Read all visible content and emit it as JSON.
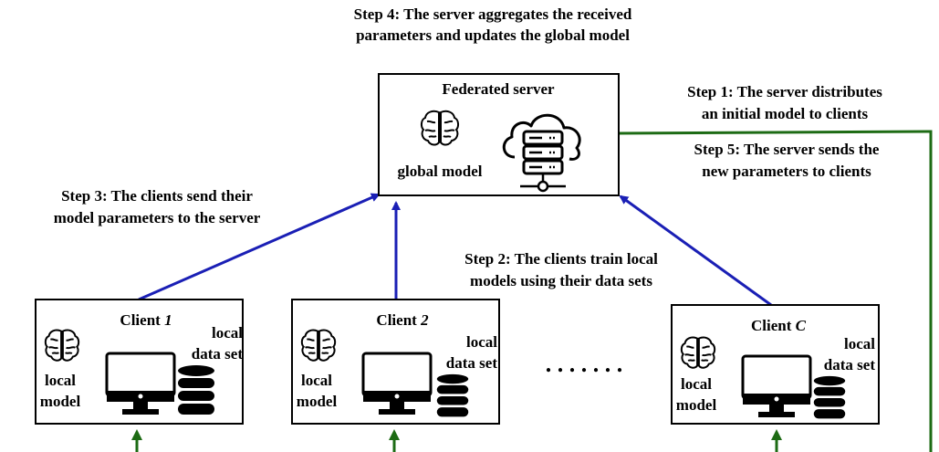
{
  "steps": {
    "step4": [
      "Step 4: The server aggregates the received",
      "parameters and updates the global model"
    ],
    "step1": [
      "Step 1: The server distributes",
      "an initial model to clients"
    ],
    "step5": [
      "Step 5: The server sends the",
      "new parameters to clients"
    ],
    "step3": [
      "Step 3: The clients send their",
      "model parameters to the server"
    ],
    "step2": [
      "Step 2: The clients train local",
      "models using their data sets"
    ]
  },
  "server": {
    "title": "Federated server",
    "model_label": "global model"
  },
  "clients": [
    {
      "prefix": "Client ",
      "id": "1",
      "model_label": [
        "local",
        "model"
      ],
      "data_label": [
        "local",
        "data set"
      ]
    },
    {
      "prefix": "Client ",
      "id": "2",
      "model_label": [
        "local",
        "model"
      ],
      "data_label": [
        "local",
        "data set"
      ]
    },
    {
      "prefix": "Client ",
      "id": "C",
      "model_label": [
        "local",
        "model"
      ],
      "data_label": [
        "local",
        "data set"
      ]
    }
  ],
  "ellipsis": ". . . . . . .",
  "colors": {
    "upload_arrow": "#1a1fb5",
    "download_line": "#1d6b14",
    "box_border": "#000000"
  },
  "icons": [
    "brain-icon",
    "cloud-server-icon",
    "monitor-icon",
    "database-icon"
  ]
}
